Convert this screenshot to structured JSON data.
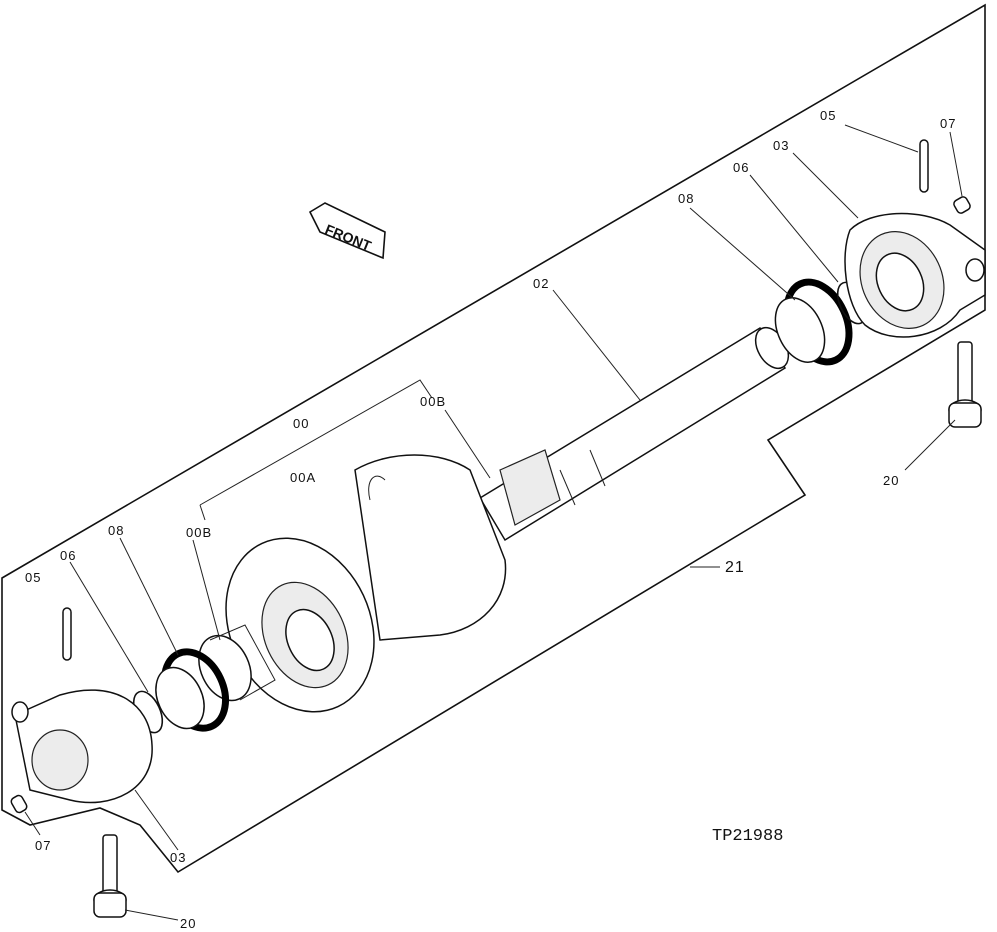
{
  "figure_code": "TP21988",
  "front_marker": "FRONT",
  "callouts": {
    "assembly": "00",
    "roller_body": "00A",
    "bushing_upper": "00B",
    "bushing_lower": "00B",
    "shaft": "02",
    "collar_left": "03",
    "collar_right": "03",
    "pin_left": "05",
    "pin_right": "05",
    "oring_left": "06",
    "oring_right": "06",
    "plug_left": "07",
    "plug_right": "07",
    "seal_left": "08",
    "seal_right": "08",
    "bolt_left": "20",
    "bolt_right": "20",
    "group": "21"
  }
}
